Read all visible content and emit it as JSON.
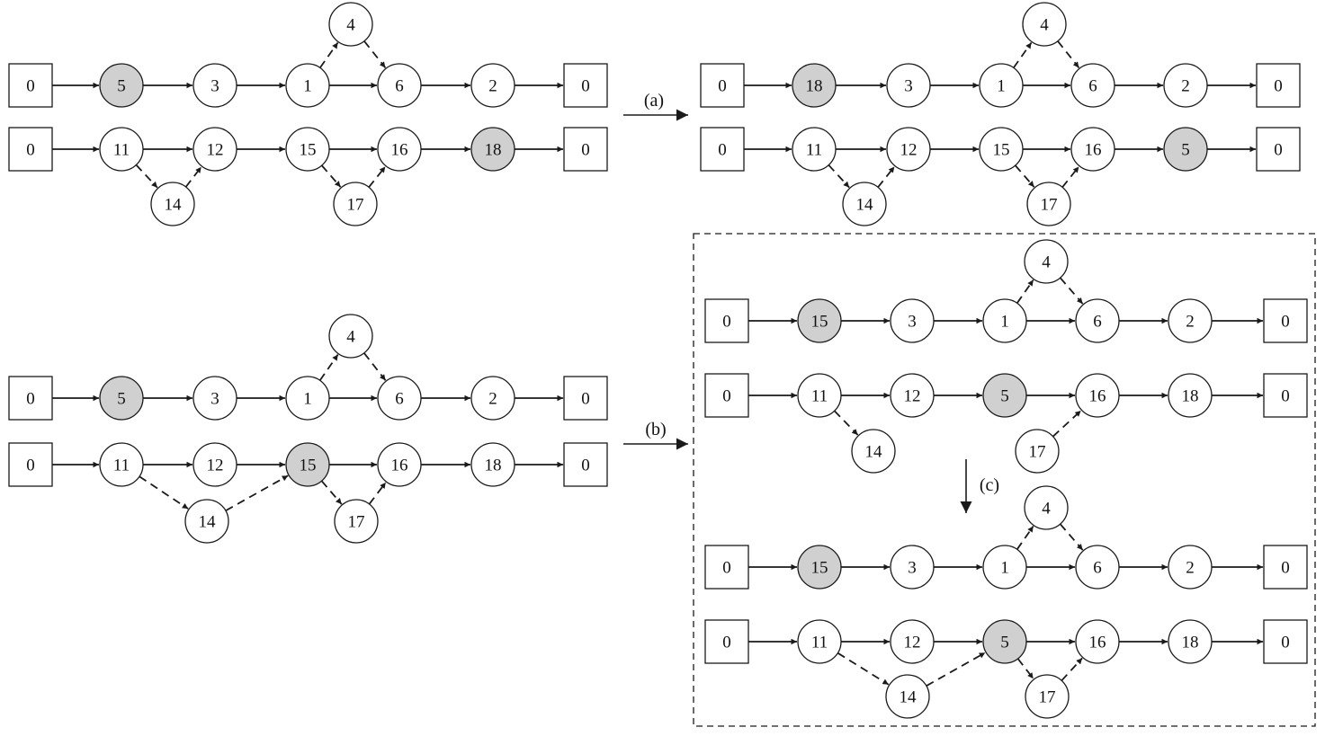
{
  "transitions": [
    {
      "id": "a",
      "label": "(a)"
    },
    {
      "id": "b",
      "label": "(b)"
    },
    {
      "id": "c",
      "label": "(c)"
    }
  ],
  "colors": {
    "highlight_fill": "#d0d0d0",
    "node_fill": "#ffffff",
    "stroke": "#1a1a1a"
  },
  "panels": [
    {
      "id": "a-before",
      "routes": [
        {
          "depots": [
            "0",
            "0"
          ],
          "nodes": [
            {
              "label": "5",
              "highlight": true
            },
            {
              "label": "3"
            },
            {
              "label": "1"
            },
            {
              "label": "4"
            },
            {
              "label": "6"
            },
            {
              "label": "2"
            }
          ],
          "solid_arcs": [
            [
              "depot0",
              "5"
            ],
            [
              "5",
              "3"
            ],
            [
              "3",
              "1"
            ],
            [
              "1",
              "6"
            ],
            [
              "6",
              "2"
            ],
            [
              "2",
              "depot1"
            ]
          ],
          "dashed_arcs": [
            [
              "1",
              "4"
            ],
            [
              "4",
              "6"
            ]
          ]
        },
        {
          "depots": [
            "0",
            "0"
          ],
          "nodes": [
            {
              "label": "11"
            },
            {
              "label": "12"
            },
            {
              "label": "14"
            },
            {
              "label": "15"
            },
            {
              "label": "16"
            },
            {
              "label": "17"
            },
            {
              "label": "18",
              "highlight": true
            }
          ],
          "solid_arcs": [
            [
              "depot0",
              "11"
            ],
            [
              "11",
              "12"
            ],
            [
              "12",
              "15"
            ],
            [
              "15",
              "16"
            ],
            [
              "16",
              "18"
            ],
            [
              "18",
              "depot1"
            ]
          ],
          "dashed_arcs": [
            [
              "11",
              "14"
            ],
            [
              "14",
              "12"
            ],
            [
              "15",
              "17"
            ],
            [
              "17",
              "16"
            ]
          ]
        }
      ]
    },
    {
      "id": "a-after",
      "routes": [
        {
          "depots": [
            "0",
            "0"
          ],
          "nodes": [
            {
              "label": "18",
              "highlight": true
            },
            {
              "label": "3"
            },
            {
              "label": "1"
            },
            {
              "label": "4"
            },
            {
              "label": "6"
            },
            {
              "label": "2"
            }
          ],
          "solid_arcs": [
            [
              "depot0",
              "18"
            ],
            [
              "18",
              "3"
            ],
            [
              "3",
              "1"
            ],
            [
              "1",
              "6"
            ],
            [
              "6",
              "2"
            ],
            [
              "2",
              "depot1"
            ]
          ],
          "dashed_arcs": [
            [
              "1",
              "4"
            ],
            [
              "4",
              "6"
            ]
          ]
        },
        {
          "depots": [
            "0",
            "0"
          ],
          "nodes": [
            {
              "label": "11"
            },
            {
              "label": "12"
            },
            {
              "label": "14"
            },
            {
              "label": "15"
            },
            {
              "label": "16"
            },
            {
              "label": "17"
            },
            {
              "label": "5",
              "highlight": true
            }
          ],
          "solid_arcs": [
            [
              "depot0",
              "11"
            ],
            [
              "11",
              "12"
            ],
            [
              "12",
              "15"
            ],
            [
              "15",
              "16"
            ],
            [
              "16",
              "5"
            ],
            [
              "5",
              "depot1"
            ]
          ],
          "dashed_arcs": [
            [
              "11",
              "14"
            ],
            [
              "14",
              "12"
            ],
            [
              "15",
              "17"
            ],
            [
              "17",
              "16"
            ]
          ]
        }
      ]
    },
    {
      "id": "b-before",
      "routes": [
        {
          "depots": [
            "0",
            "0"
          ],
          "nodes": [
            {
              "label": "5",
              "highlight": true
            },
            {
              "label": "3"
            },
            {
              "label": "1"
            },
            {
              "label": "4"
            },
            {
              "label": "6"
            },
            {
              "label": "2"
            }
          ],
          "solid_arcs": [
            [
              "depot0",
              "5"
            ],
            [
              "5",
              "3"
            ],
            [
              "3",
              "1"
            ],
            [
              "1",
              "6"
            ],
            [
              "6",
              "2"
            ],
            [
              "2",
              "depot1"
            ]
          ],
          "dashed_arcs": [
            [
              "1",
              "4"
            ],
            [
              "4",
              "6"
            ]
          ]
        },
        {
          "depots": [
            "0",
            "0"
          ],
          "nodes": [
            {
              "label": "11"
            },
            {
              "label": "12"
            },
            {
              "label": "14"
            },
            {
              "label": "15",
              "highlight": true
            },
            {
              "label": "16"
            },
            {
              "label": "17"
            },
            {
              "label": "18"
            }
          ],
          "solid_arcs": [
            [
              "depot0",
              "11"
            ],
            [
              "11",
              "12"
            ],
            [
              "12",
              "15"
            ],
            [
              "15",
              "16"
            ],
            [
              "16",
              "18"
            ],
            [
              "18",
              "depot1"
            ]
          ],
          "dashed_arcs": [
            [
              "11",
              "14"
            ],
            [
              "14",
              "15"
            ],
            [
              "15",
              "17"
            ],
            [
              "17",
              "16"
            ]
          ]
        }
      ]
    },
    {
      "id": "b-after",
      "routes": [
        {
          "depots": [
            "0",
            "0"
          ],
          "nodes": [
            {
              "label": "15",
              "highlight": true
            },
            {
              "label": "3"
            },
            {
              "label": "1"
            },
            {
              "label": "4"
            },
            {
              "label": "6"
            },
            {
              "label": "2"
            }
          ],
          "solid_arcs": [
            [
              "depot0",
              "15"
            ],
            [
              "15",
              "3"
            ],
            [
              "3",
              "1"
            ],
            [
              "1",
              "6"
            ],
            [
              "6",
              "2"
            ],
            [
              "2",
              "depot1"
            ]
          ],
          "dashed_arcs": [
            [
              "1",
              "4"
            ],
            [
              "4",
              "6"
            ]
          ]
        },
        {
          "depots": [
            "0",
            "0"
          ],
          "nodes": [
            {
              "label": "11"
            },
            {
              "label": "12"
            },
            {
              "label": "14"
            },
            {
              "label": "5",
              "highlight": true
            },
            {
              "label": "16"
            },
            {
              "label": "17"
            },
            {
              "label": "18"
            }
          ],
          "solid_arcs": [
            [
              "depot0",
              "11"
            ],
            [
              "11",
              "12"
            ],
            [
              "12",
              "5"
            ],
            [
              "5",
              "16"
            ],
            [
              "16",
              "18"
            ],
            [
              "18",
              "depot1"
            ]
          ],
          "dashed_arcs": [
            [
              "11",
              "14"
            ],
            [
              "14",
              "15"
            ],
            [
              "15",
              "17"
            ],
            [
              "17",
              "16"
            ]
          ]
        }
      ]
    },
    {
      "id": "c-after",
      "routes": [
        {
          "depots": [
            "0",
            "0"
          ],
          "nodes": [
            {
              "label": "15",
              "highlight": true
            },
            {
              "label": "3"
            },
            {
              "label": "1"
            },
            {
              "label": "4"
            },
            {
              "label": "6"
            },
            {
              "label": "2"
            }
          ],
          "solid_arcs": [
            [
              "depot0",
              "15"
            ],
            [
              "15",
              "3"
            ],
            [
              "3",
              "1"
            ],
            [
              "1",
              "6"
            ],
            [
              "6",
              "2"
            ],
            [
              "2",
              "depot1"
            ]
          ],
          "dashed_arcs": [
            [
              "1",
              "4"
            ],
            [
              "4",
              "6"
            ]
          ]
        },
        {
          "depots": [
            "0",
            "0"
          ],
          "nodes": [
            {
              "label": "11"
            },
            {
              "label": "12"
            },
            {
              "label": "14"
            },
            {
              "label": "5",
              "highlight": true
            },
            {
              "label": "16"
            },
            {
              "label": "17"
            },
            {
              "label": "18"
            }
          ],
          "solid_arcs": [
            [
              "depot0",
              "11"
            ],
            [
              "11",
              "12"
            ],
            [
              "12",
              "5"
            ],
            [
              "5",
              "16"
            ],
            [
              "16",
              "18"
            ],
            [
              "18",
              "depot1"
            ]
          ],
          "dashed_arcs": [
            [
              "11",
              "14"
            ],
            [
              "14",
              "5"
            ],
            [
              "5",
              "17"
            ],
            [
              "17",
              "16"
            ]
          ]
        }
      ]
    }
  ]
}
